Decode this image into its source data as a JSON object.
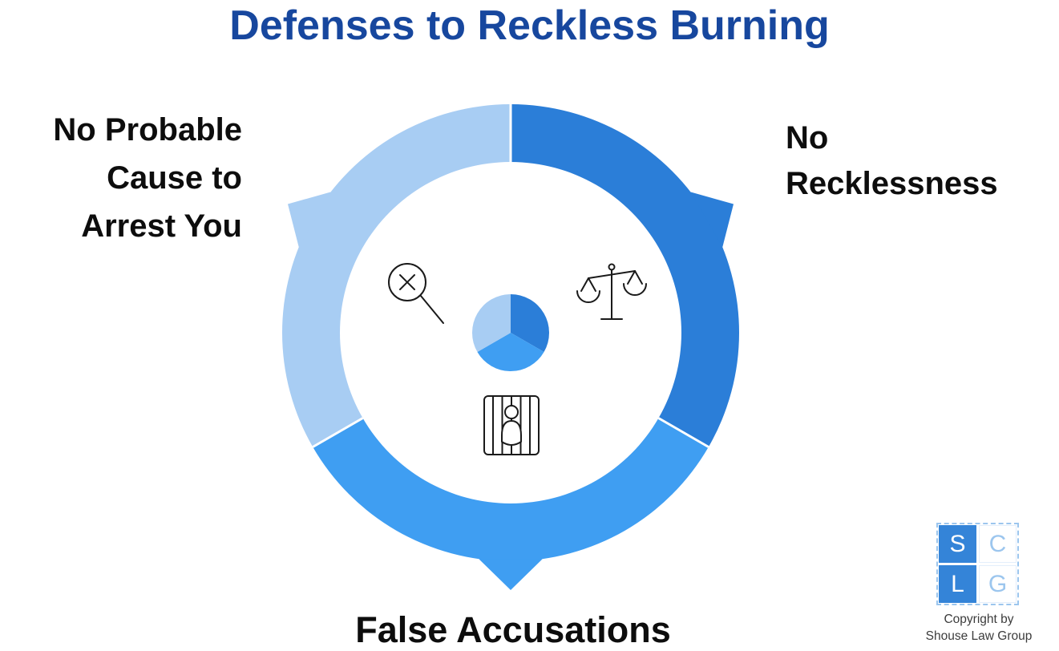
{
  "title": "Defenses to Reckless Burning",
  "labels": {
    "left_lines": [
      "No Probable",
      "Cause to",
      "Arrest You"
    ],
    "right_lines": [
      "No",
      "Recklessness"
    ],
    "bottom": "False Accusations"
  },
  "diagram": {
    "type": "donut-cycle",
    "segments": [
      {
        "label": "No Probable Cause to Arrest You",
        "color": "#a8cdf3",
        "position": "left"
      },
      {
        "label": "No Recklessness",
        "color": "#2b7ed8",
        "position": "right"
      },
      {
        "label": "False Accusations",
        "color": "#3f9ef2",
        "position": "bottom"
      }
    ],
    "center_icons": [
      "magnifier-x",
      "scales-of-justice",
      "person-in-jail"
    ]
  },
  "colors": {
    "title": "#17479e",
    "segment_light": "#a8cdf3",
    "segment_dark": "#2b7ed8",
    "segment_mid": "#3f9ef2",
    "label_text": "#0d0d0d",
    "icon_stroke": "#1a1a1a",
    "logo_blue": "#3484d8",
    "logo_letter_light": "#9cc6ee",
    "copyright_text": "#3c3c3c"
  },
  "logo": {
    "letters": [
      "S",
      "C",
      "L",
      "G"
    ],
    "copyright_line1": "Copyright by",
    "copyright_line2": "Shouse Law Group"
  }
}
